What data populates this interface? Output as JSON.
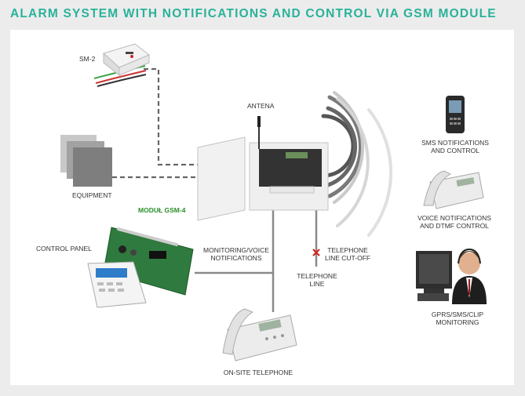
{
  "header": {
    "title": "ALARM SYSTEM WITH NOTIFICATIONS AND CONTROL VIA GSM MODULE"
  },
  "labels": {
    "sm2": "SM-2",
    "equipment": "EQUIPMENT",
    "antena": "ANTENA",
    "module": "MODUŁ GSM-4",
    "control_panel": "CONTROL PANEL",
    "monitoring_1": "MONITORING/VOICE",
    "monitoring_2": "NOTIFICATIONS",
    "cutoff_1": "TELEPHONE",
    "cutoff_2": "LINE CUT-OFF",
    "tel_line_1": "TELEPHONE",
    "tel_line_2": "LINE",
    "onsite": "ON-SITE TELEPHONE",
    "sms_1": "SMS NOTIFICATIONS",
    "sms_2": "AND CONTROL",
    "voice_1": "VOICE NOTIFICATIONS",
    "voice_2": "AND DTMF CONTROL",
    "gprs_1": "GPRS/SMS/CLIP",
    "gprs_2": "MONITORING"
  },
  "colors": {
    "title": "#29b29a",
    "module_label": "#2a8f2a",
    "cutoff_mark": "#d0201c",
    "line": "#8a8a8a"
  },
  "icons": [
    "motion-sensor-icon",
    "equipment-icon",
    "gsm-module-icon",
    "control-panel-icon",
    "keypad-icon",
    "desk-phone-icon",
    "mobile-phone-icon",
    "computer-operator-icon",
    "signal-waves-icon"
  ]
}
